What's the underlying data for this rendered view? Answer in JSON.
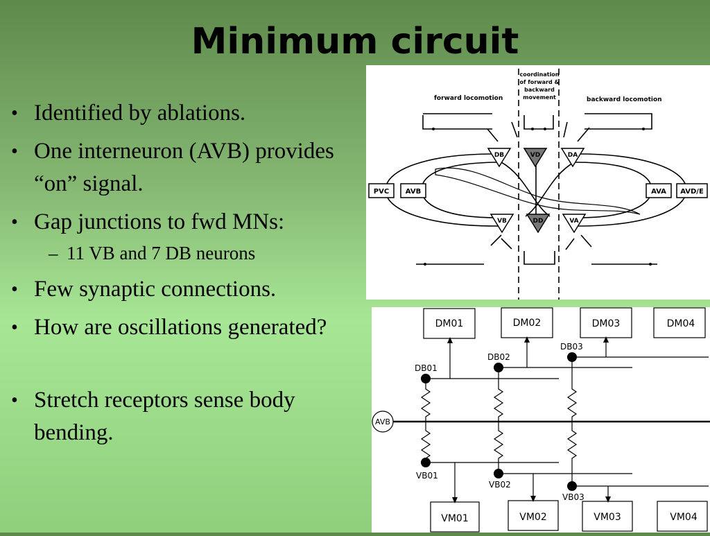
{
  "slide": {
    "title": "Minimum circuit",
    "bullets": [
      "Identified by ablations.",
      "One interneuron (AVB) provides “on” signal.",
      "Gap junctions to fwd MNs:",
      "Few synaptic connections.",
      "How are oscillations generated?",
      "Stretch receptors sense body bending."
    ],
    "sub_bullet": "11 VB and 7 DB neurons",
    "bullet_glyph": "•",
    "dash_glyph": "–"
  },
  "top_diagram": {
    "forward_label": "forward locomotion",
    "backward_label": "backward locomotion",
    "coord_lines": [
      "coordination",
      "of forward &",
      "backward",
      "movement"
    ],
    "nodes": {
      "pvc": "PVC",
      "avb": "AVB",
      "ava": "AVA",
      "avde": "AVD/E",
      "db": "DB",
      "vd": "VD",
      "da": "DA",
      "vb": "VB",
      "dd": "DD",
      "va": "VA"
    }
  },
  "bottom_diagram": {
    "dm": [
      "DM01",
      "DM02",
      "DM03",
      "DM04"
    ],
    "vm": [
      "VM01",
      "VM02",
      "VM03",
      "VM04"
    ],
    "db": [
      "DB01",
      "DB02",
      "DB03"
    ],
    "vb": [
      "VB01",
      "VB02",
      "VB03"
    ],
    "avb": "AVB"
  }
}
